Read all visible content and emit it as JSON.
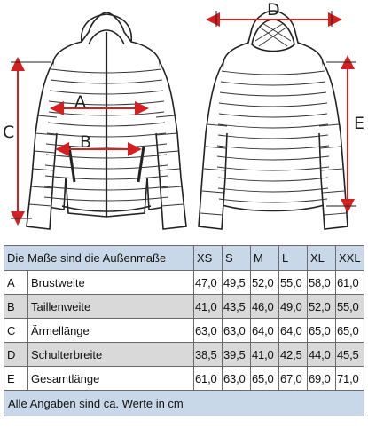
{
  "annotations": {
    "A": "A",
    "B": "B",
    "C": "C",
    "D": "D",
    "E": "E"
  },
  "colors": {
    "arrow_red": "#d42020",
    "header_bg": "#c9d8e8",
    "row_alt_bg": "#d9d9d9",
    "line": "#222222"
  },
  "table": {
    "header_label": "Die Maße sind die Außenmaße",
    "sizes": [
      "XS",
      "S",
      "M",
      "L",
      "XL",
      "XXL"
    ],
    "rows": [
      {
        "code": "A",
        "label": "Brustweite",
        "values": [
          "47,0",
          "49,5",
          "52,0",
          "55,0",
          "58,0",
          "61,0"
        ]
      },
      {
        "code": "B",
        "label": "Taillenweite",
        "values": [
          "41,0",
          "43,5",
          "46,0",
          "49,0",
          "52,0",
          "55,0"
        ]
      },
      {
        "code": "C",
        "label": "Ärmellänge",
        "values": [
          "63,0",
          "63,0",
          "64,0",
          "64,0",
          "65,0",
          "65,0"
        ]
      },
      {
        "code": "D",
        "label": "Schulterbreite",
        "values": [
          "38,5",
          "39,5",
          "41,0",
          "42,5",
          "44,0",
          "45,5"
        ]
      },
      {
        "code": "E",
        "label": "Gesamtlänge",
        "values": [
          "61,0",
          "63,0",
          "65,0",
          "67,0",
          "69,0",
          "71,0"
        ]
      }
    ],
    "footer": "Alle Angaben sind ca. Werte in cm"
  }
}
